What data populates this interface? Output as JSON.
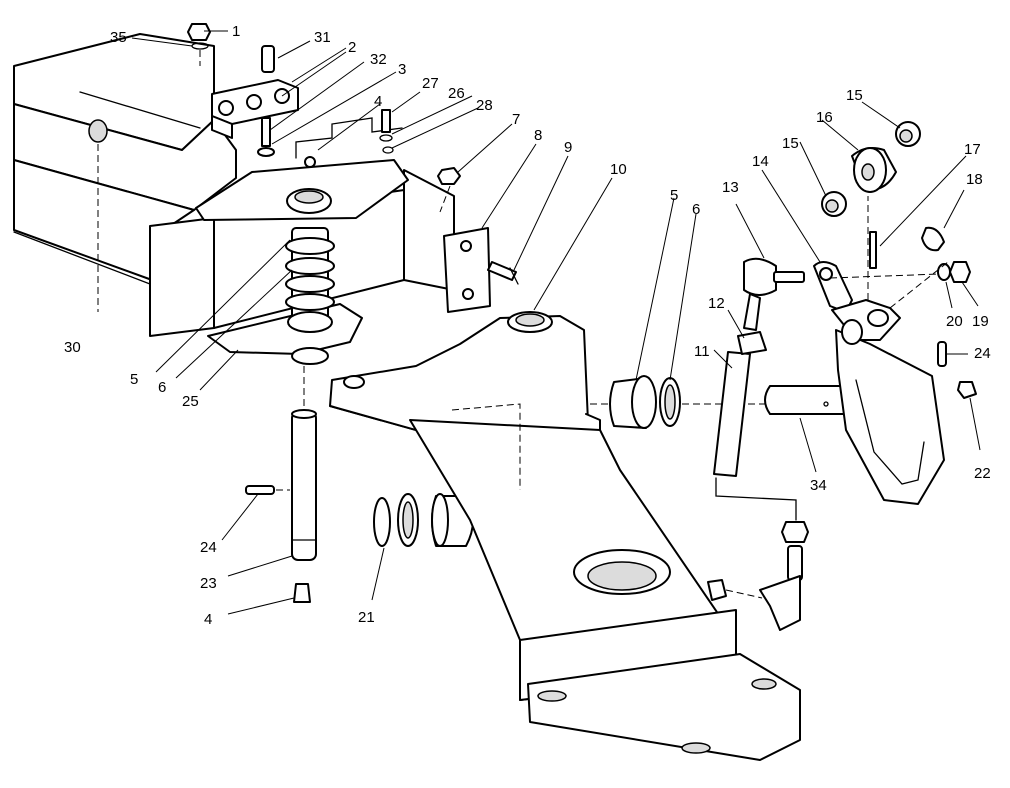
{
  "colors": {
    "ink": "#000000",
    "paper": "#ffffff"
  },
  "callouts": [
    {
      "id": "c1",
      "text": "1"
    },
    {
      "id": "c2",
      "text": "2"
    },
    {
      "id": "c3",
      "text": "3"
    },
    {
      "id": "c4a",
      "text": "4"
    },
    {
      "id": "c4b",
      "text": "4"
    },
    {
      "id": "c5a",
      "text": "5"
    },
    {
      "id": "c5b",
      "text": "5"
    },
    {
      "id": "c6a",
      "text": "6"
    },
    {
      "id": "c6b",
      "text": "6"
    },
    {
      "id": "c7",
      "text": "7"
    },
    {
      "id": "c8",
      "text": "8"
    },
    {
      "id": "c9",
      "text": "9"
    },
    {
      "id": "c10",
      "text": "10"
    },
    {
      "id": "c11",
      "text": "11"
    },
    {
      "id": "c12",
      "text": "12"
    },
    {
      "id": "c13",
      "text": "13"
    },
    {
      "id": "c14",
      "text": "14"
    },
    {
      "id": "c15a",
      "text": "15"
    },
    {
      "id": "c15b",
      "text": "15"
    },
    {
      "id": "c16",
      "text": "16"
    },
    {
      "id": "c17",
      "text": "17"
    },
    {
      "id": "c18",
      "text": "18"
    },
    {
      "id": "c19",
      "text": "19"
    },
    {
      "id": "c20",
      "text": "20"
    },
    {
      "id": "c21",
      "text": "21"
    },
    {
      "id": "c22",
      "text": "22"
    },
    {
      "id": "c23",
      "text": "23"
    },
    {
      "id": "c24a",
      "text": "24"
    },
    {
      "id": "c24b",
      "text": "24"
    },
    {
      "id": "c25",
      "text": "25"
    },
    {
      "id": "c26",
      "text": "26"
    },
    {
      "id": "c27",
      "text": "27"
    },
    {
      "id": "c28",
      "text": "28"
    },
    {
      "id": "c30",
      "text": "30"
    },
    {
      "id": "c31",
      "text": "31"
    },
    {
      "id": "c32",
      "text": "32"
    },
    {
      "id": "c34",
      "text": "34"
    },
    {
      "id": "c35",
      "text": "35"
    }
  ]
}
